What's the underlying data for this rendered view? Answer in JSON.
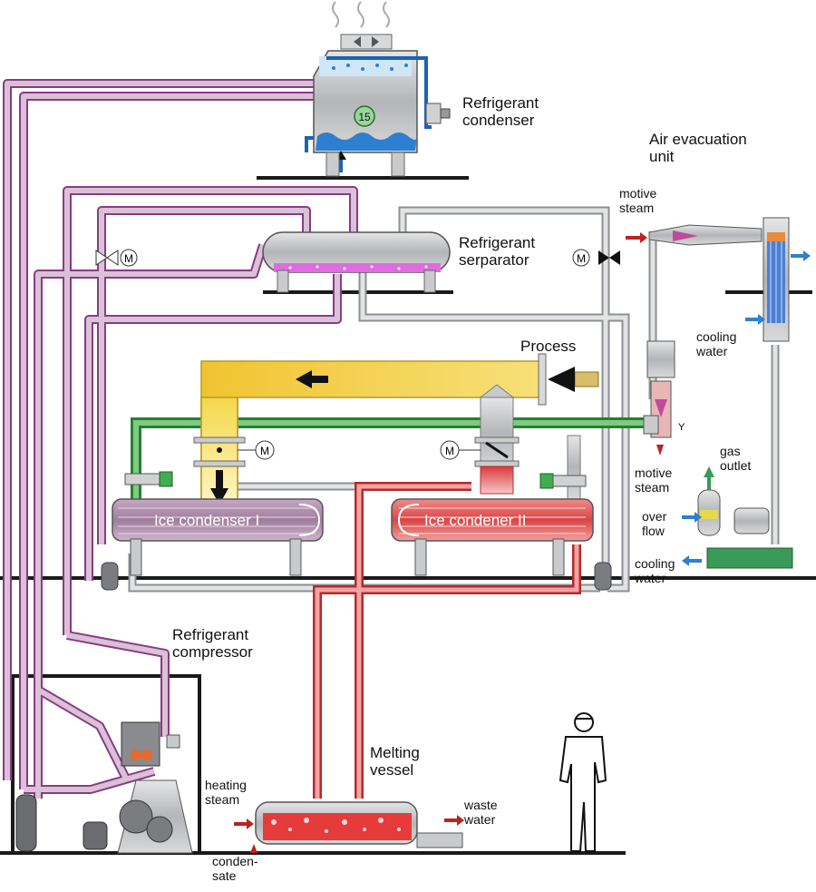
{
  "labels": {
    "refrigerant_condenser": "Refrigerant\ncondenser",
    "air_evacuation_unit": "Air evacuation\nunit",
    "refrigerant_separator": "Refrigerant\nserparator",
    "process": "Process",
    "motive_steam_top": "motive\nsteam",
    "motive_steam_bottom": "motive\nsteam",
    "cooling_water_right": "cooling\nwater",
    "gas_outlet": "gas\noutlet",
    "over_flow": "over\nflow",
    "cooling_water_bottom": "cooling\nwater",
    "ice_condenser_1": "Ice condenser I",
    "ice_condenser_2": "Ice condener II",
    "refrigerant_compressor": "Refrigerant\ncompressor",
    "melting_vessel": "Melting\nvessel",
    "heating_steam": "heating\nsteam",
    "condensate": "conden-\nsate",
    "waste_water": "waste\nwater",
    "condenser_unit_number": "15",
    "motor_symbol": "M",
    "y_marker": "Y"
  },
  "colors": {
    "refrigerant_pipe": "#c9a6c6",
    "refrigerant_flow": "#8a3a86",
    "steam_line": "#cfd0d2",
    "process_gas": "#f2d23a",
    "hot_water": "#e8494a",
    "green_line": "#3aa24a",
    "floor": "#1a1a1a",
    "water": "#2f7fd0",
    "vessel_gray": "#b7b9bc"
  },
  "icons": [
    "motor-valve-icon",
    "fan-icon",
    "steam-wave-icon",
    "worker-figure-icon",
    "flow-arrow-icon"
  ]
}
